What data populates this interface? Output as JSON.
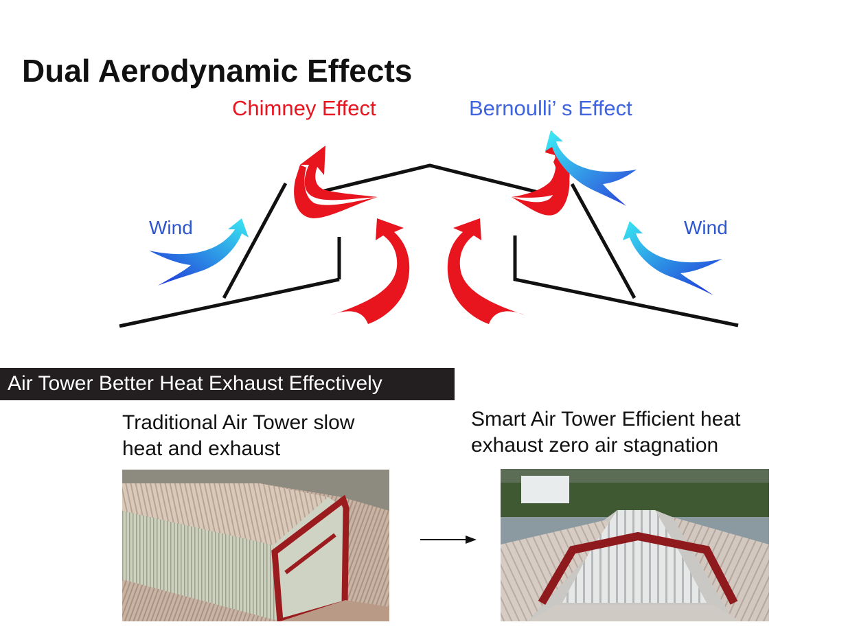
{
  "header": {
    "title": "Dual Aerodynamic Effects"
  },
  "diagram": {
    "chimney_label": "Chimney Effect",
    "bernoulli_label": "Bernoulli’ s Effect",
    "wind_left_label": "Wind",
    "wind_right_label": "Wind",
    "colors": {
      "chimney": "#e8141e",
      "bernoulli": "#3f64e0",
      "wind_start": "#1f2fd6",
      "wind_end": "#39e8f2"
    }
  },
  "banner": {
    "text": "Air Tower Better Heat Exhaust Effectively"
  },
  "comparison": {
    "left_caption_line1": "Traditional Air Tower slow",
    "left_caption_line2": "heat and exhaust",
    "right_caption_line1": "Smart Air Tower Efficient heat",
    "right_caption_line2": "exhaust zero air stagnation"
  }
}
